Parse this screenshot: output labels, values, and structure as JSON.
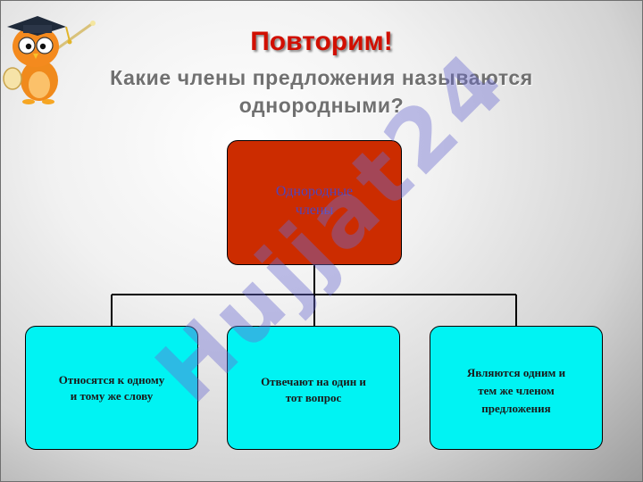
{
  "slide": {
    "title": "Повторим!",
    "question": "Какие члены предложения называются\nоднородными?"
  },
  "watermark": {
    "text": "Hujjat24"
  },
  "diagram": {
    "root": {
      "label": "Однородные\nчлены"
    },
    "children": [
      {
        "label": "Относятся  к одному\nи тому же слову"
      },
      {
        "label": "Отвечают на один и\nтот вопрос"
      },
      {
        "label": "Являются одним и\nтем же членом\nпредложения"
      }
    ]
  },
  "colors": {
    "title": "#d10f00",
    "question": "#707070",
    "root_fill": "#cc2c00",
    "root_text": "#4f45bd",
    "child_fill": "#00f3f3",
    "watermark": "#6c6ccf"
  },
  "icons": {
    "mascot": "owl-professor-icon"
  }
}
